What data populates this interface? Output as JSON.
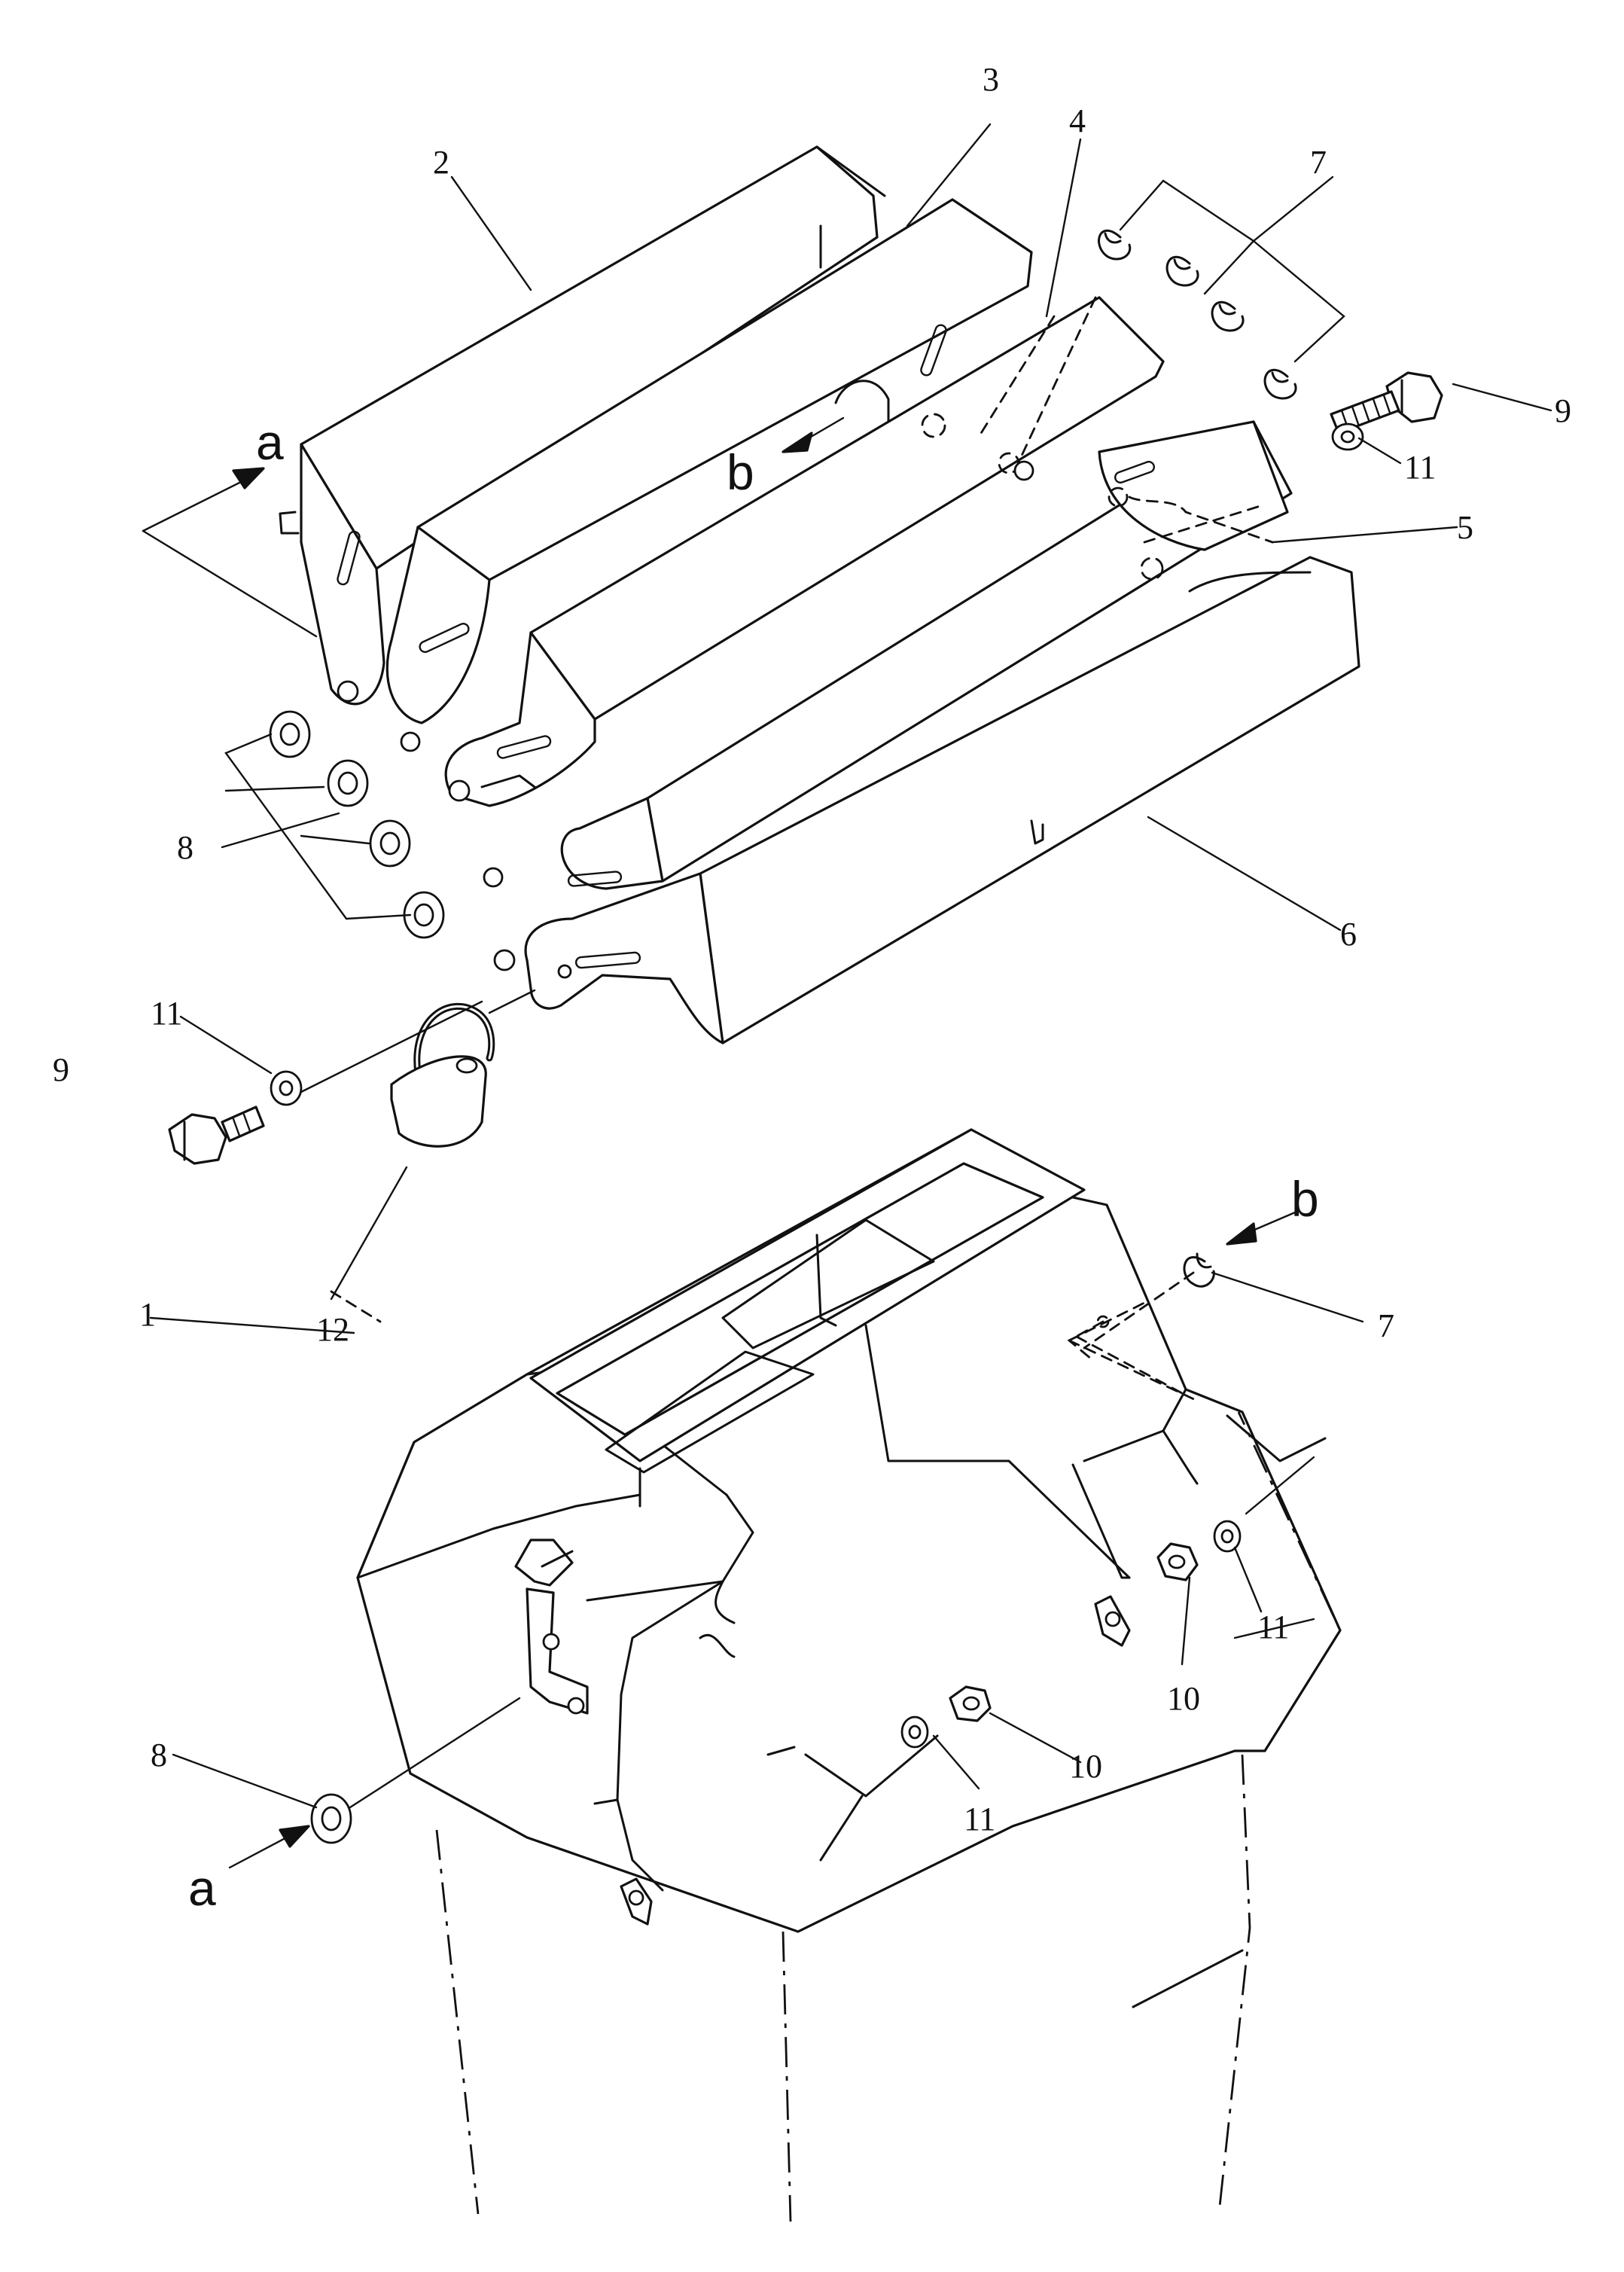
{
  "callouts": [
    {
      "id": "c2",
      "text": "2"
    },
    {
      "id": "c3",
      "text": "3"
    },
    {
      "id": "c4",
      "text": "4"
    },
    {
      "id": "c7a",
      "text": "7"
    },
    {
      "id": "c9a",
      "text": "9"
    },
    {
      "id": "c11a",
      "text": "11"
    },
    {
      "id": "c5",
      "text": "5"
    },
    {
      "id": "c6",
      "text": "6"
    },
    {
      "id": "c8a",
      "text": "8"
    },
    {
      "id": "c11b",
      "text": "11"
    },
    {
      "id": "c9b",
      "text": "9"
    },
    {
      "id": "c12",
      "text": "12"
    },
    {
      "id": "c1",
      "text": "1"
    },
    {
      "id": "c7b",
      "text": "7"
    },
    {
      "id": "c11c",
      "text": "11"
    },
    {
      "id": "c10a",
      "text": "10"
    },
    {
      "id": "c10b",
      "text": "10"
    },
    {
      "id": "c11d",
      "text": "11"
    },
    {
      "id": "c8b",
      "text": "8"
    }
  ],
  "view_markers": [
    {
      "id": "a-top",
      "text": "a"
    },
    {
      "id": "b-top",
      "text": "b"
    },
    {
      "id": "b-bottom",
      "text": "b"
    },
    {
      "id": "a-bottom",
      "text": "a"
    }
  ]
}
